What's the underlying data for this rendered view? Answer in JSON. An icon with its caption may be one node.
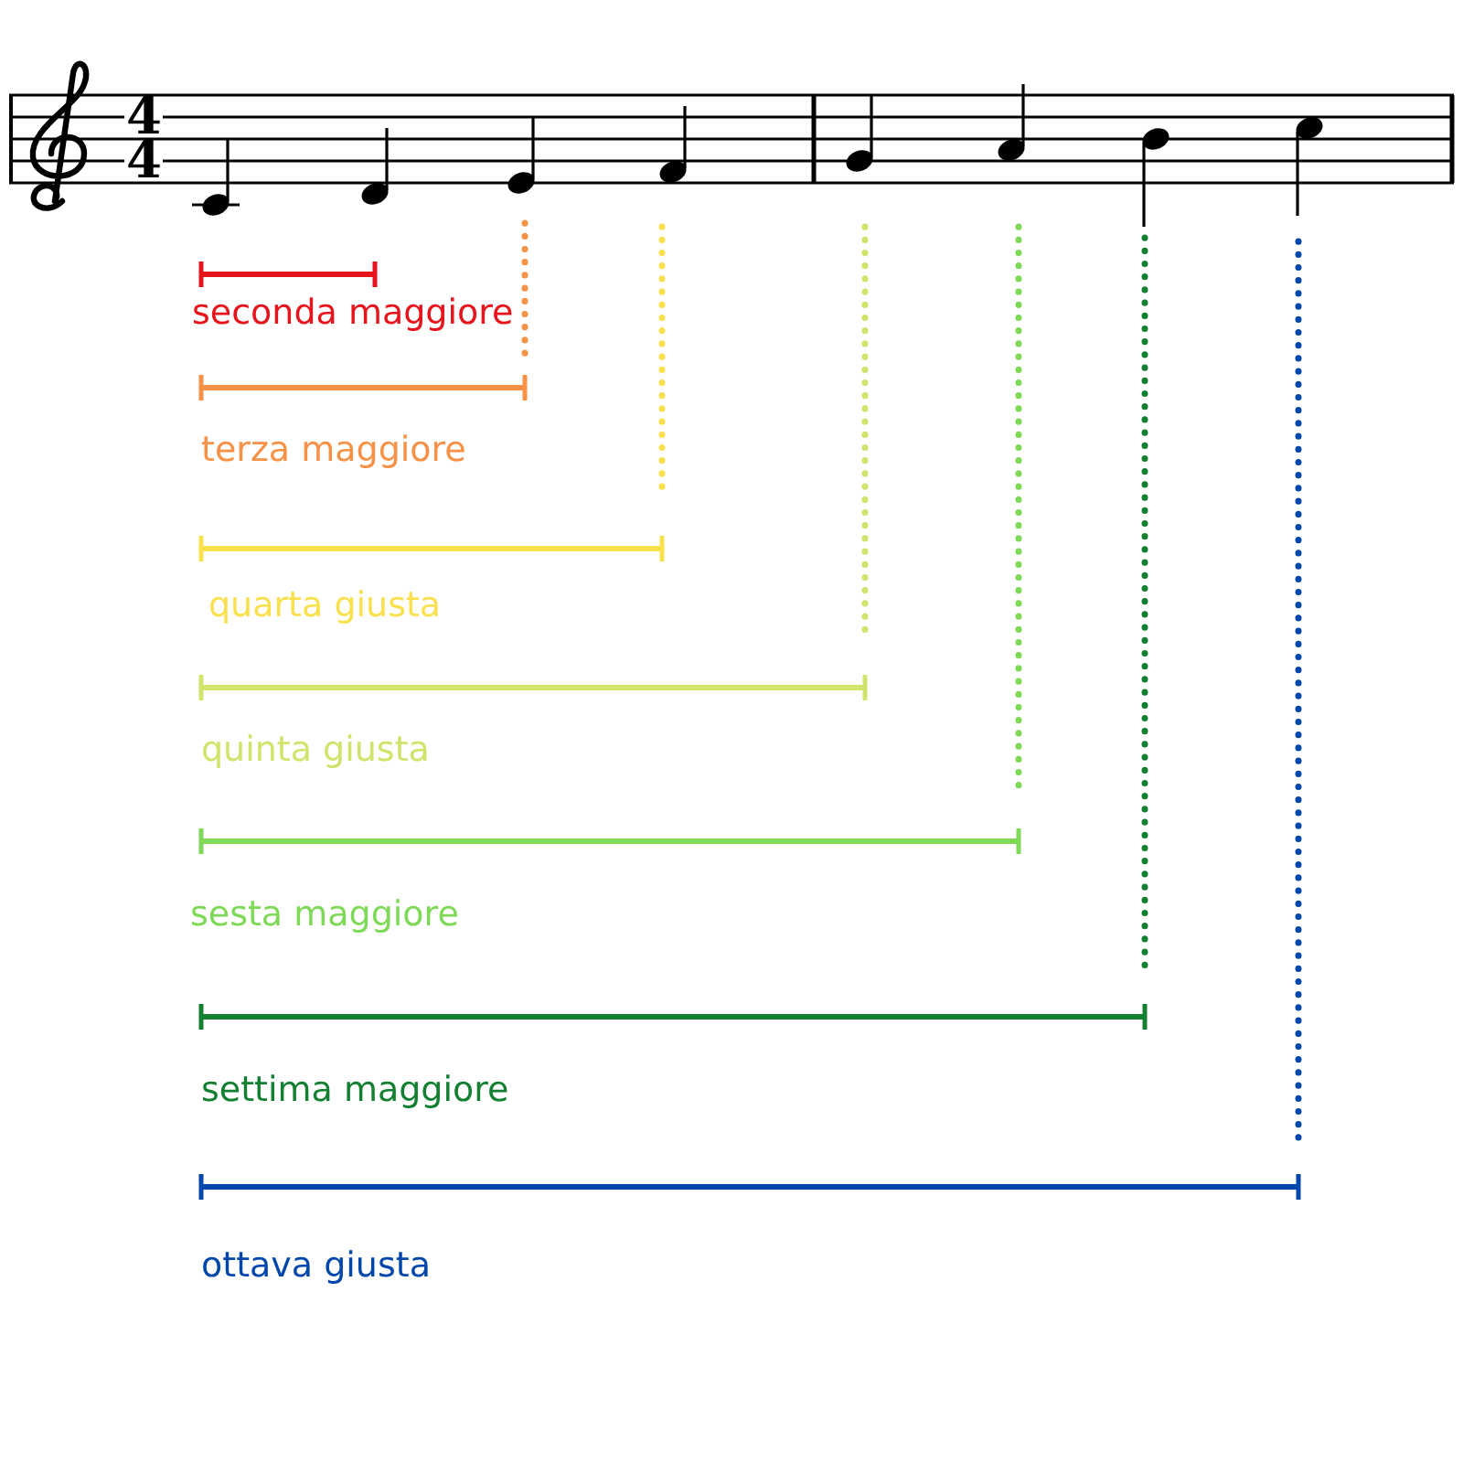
{
  "diagram": {
    "labels": [
      "4",
      "4",
      "seconda maggiore",
      "terza maggiore",
      "quarta giusta",
      "quinta giusta",
      "sesta maggiore",
      "settima maggiore",
      "ottava giusta"
    ]
  }
}
